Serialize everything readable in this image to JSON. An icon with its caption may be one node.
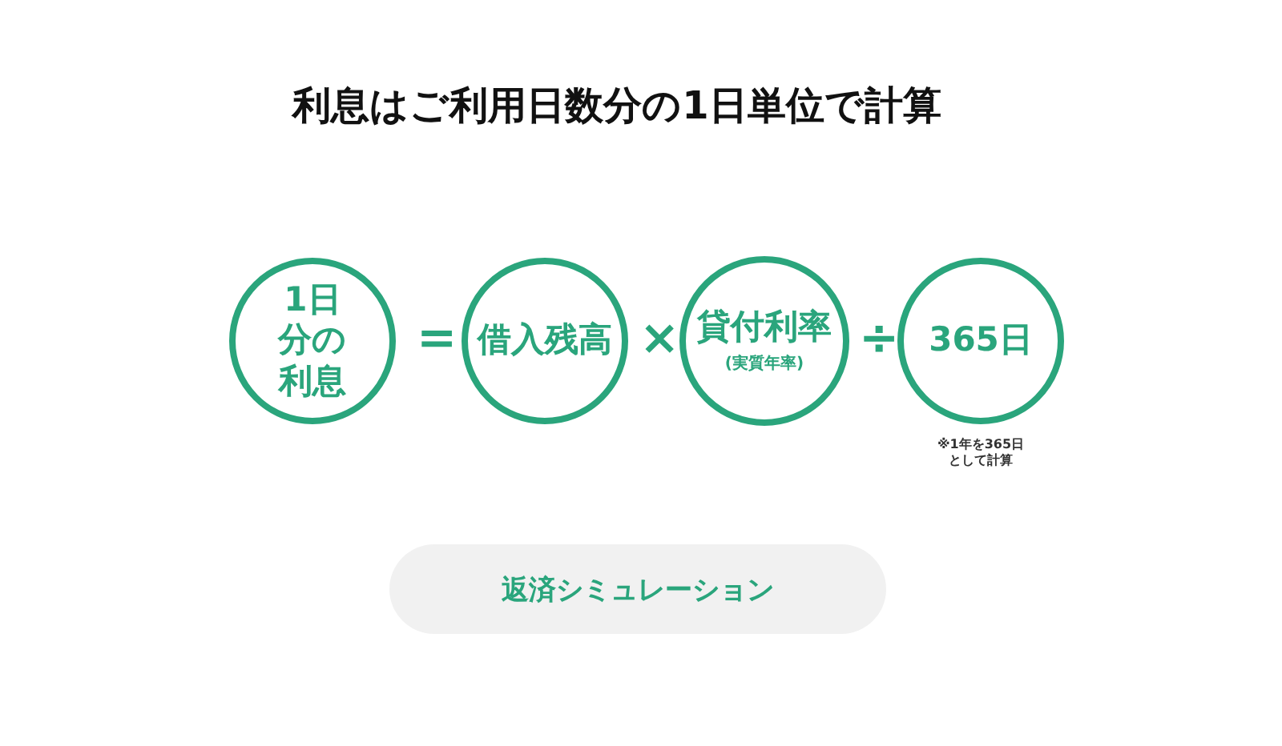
{
  "diagram": {
    "title": "利息はご利用日数分の1日単位で計算",
    "nodes": [
      {
        "text": [
          "1日分の利息"
        ]
      },
      {
        "text": [
          "借入残高"
        ]
      },
      {
        "text": [
          "貸付利率",
          "(実質年率)"
        ]
      },
      {
        "text": [
          "365日"
        ],
        "beside": [
          "※1年を365日として計算"
        ]
      },
      {
        "text": [
          "返済シミュレーション"
        ]
      }
    ],
    "labels": [
      "=",
      "×",
      "÷"
    ]
  }
}
